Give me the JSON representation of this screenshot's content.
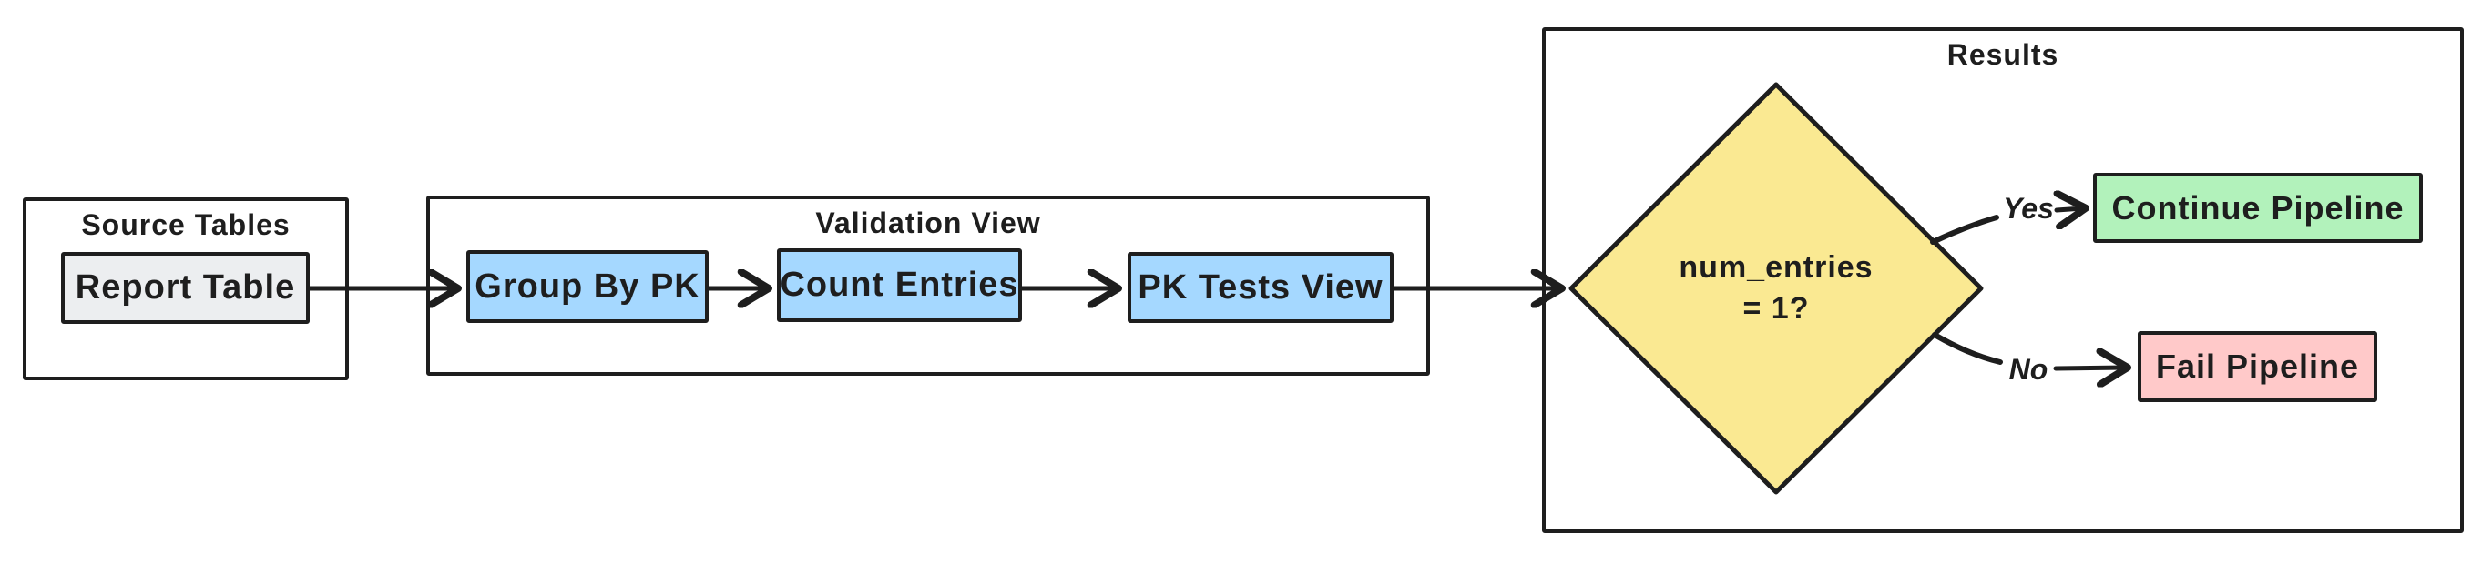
{
  "diagram": {
    "title": "primary key validation pipeline flowchart",
    "stroke_color": "#1e1e1e",
    "background": "#ffffff"
  },
  "groups": {
    "source": {
      "label": "Source Tables"
    },
    "validation": {
      "label": "Validation View"
    },
    "results": {
      "label": "Results"
    }
  },
  "nodes": {
    "report_table": {
      "label": "Report Table",
      "fill": "#eceef0"
    },
    "group_by_pk": {
      "label": "Group By PK",
      "fill": "#a5d8ff"
    },
    "count_entries": {
      "label": "Count Entries",
      "fill": "#a5d8ff"
    },
    "pk_tests_view": {
      "label": "PK Tests View",
      "fill": "#a5d8ff"
    },
    "decision": {
      "label_line1": "num_entries",
      "label_line2": "= 1?",
      "fill": "#fae992"
    },
    "continue_pipeline": {
      "label": "Continue Pipeline",
      "fill": "#b2f2bb"
    },
    "fail_pipeline": {
      "label": "Fail Pipeline",
      "fill": "#ffc9c9"
    }
  },
  "edges": {
    "yes_label": "Yes",
    "no_label": "No"
  }
}
